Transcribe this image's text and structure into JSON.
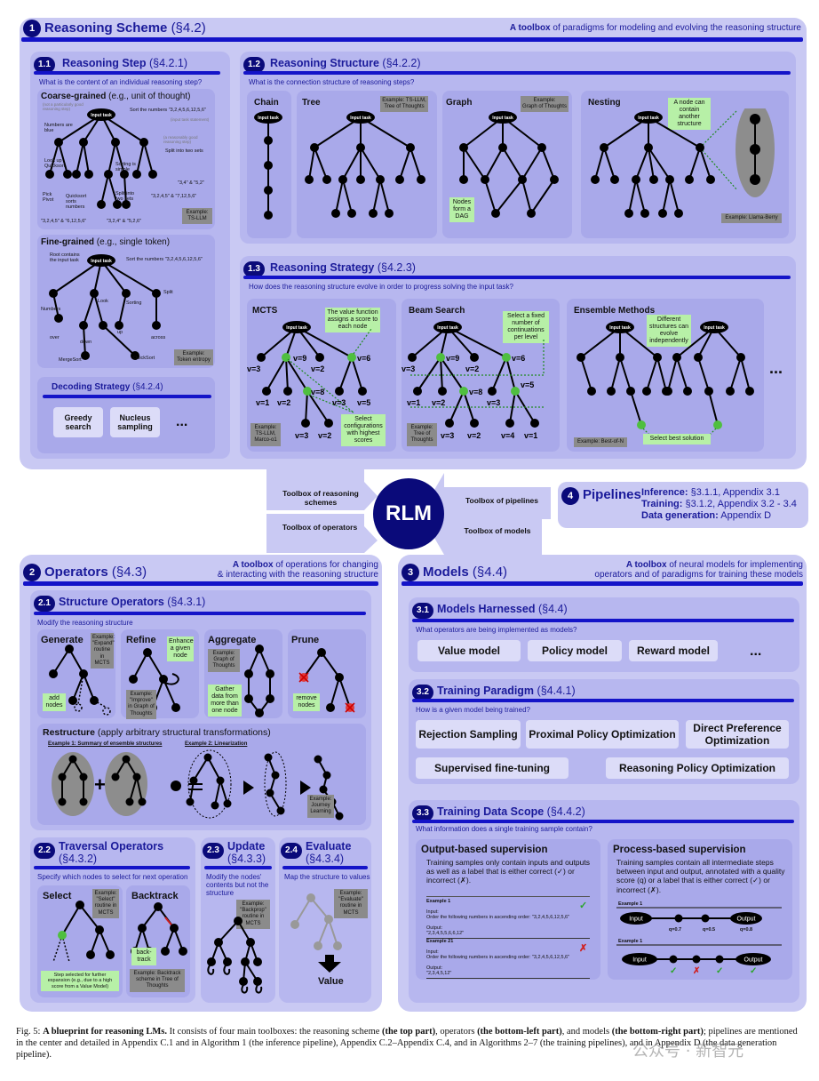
{
  "scheme": {
    "num": "1",
    "title": "Reasoning Scheme",
    "section": "(§4.2)",
    "toolbox_bold": "A toolbox",
    "toolbox_rest": "of paradigms for modeling and evolving the reasoning structure",
    "step": {
      "num": "1.1",
      "title": "Reasoning Step",
      "section": "(§4.2.1)",
      "question": "What is the content of an individual reasoning step?",
      "coarse_title": "Coarse-grained",
      "coarse_note": "(e.g., unit of thought)",
      "coarse_sort": "Sort the numbers \"3,2,4,5,6,12,5,6\"",
      "coarse_blue": "Numbers are blue",
      "coarse_lookup": "Look up Quicksort",
      "coarse_sorting": "Sorting is simple",
      "coarse_split": "Split into two sets",
      "coarse_pick": "Pick Pivot",
      "coarse_quick": "Quicksort sorts numbers",
      "coarse_split2": "Split into two sets",
      "coarse_a": "\"3,4\" & \"5,2\"",
      "coarse_b": "\"3,2,4,5\" & \"7,12,5,6\"",
      "coarse_c": "\"3,2,4,5\" & \"6,12,5,6\"",
      "coarse_d": "\"3,2,4\" & \"5,2,6\"",
      "coarse_gray1": "(not a particularly good reasoning step)",
      "coarse_gray2": "(input task statement)",
      "coarse_gray3": "(a reasonably good reasoning step)",
      "coarse_ex": "TS-LLM",
      "fine_title": "Fine-grained",
      "fine_note": "(e.g., single token)",
      "fine_root": "Root contains the input task",
      "fine_sort": "Sort the numbers \"3,2,4,5,6,12,5,6\"",
      "fine_words": [
        "Numbers",
        "Look",
        "Sorting",
        "Split",
        "over",
        "down",
        "up",
        "across",
        "MergeSort",
        "QuickSort"
      ],
      "fine_ex": "Token entropy",
      "decoding_title": "Decoding Strategy",
      "decoding_section": "(§4.2.4)",
      "greedy": "Greedy search",
      "nucleus": "Nucleus sampling",
      "ellipsis": "..."
    },
    "structure": {
      "num": "1.2",
      "title": "Reasoning Structure",
      "section": "(§4.2.2)",
      "question": "What is the connection structure of reasoning steps?",
      "chain": "Chain",
      "tree": "Tree",
      "graph": "Graph",
      "nesting": "Nesting",
      "tree_ex": "TS-LLM, Tree of Thoughts",
      "graph_ex": "Graph of Thoughts",
      "dag": "Nodes form a DAG",
      "nest_note": "A node can contain another structure",
      "nest_ex": "Llama-Berry"
    },
    "strategy": {
      "num": "1.3",
      "title": "Reasoning Strategy",
      "section": "(§4.2.3)",
      "question": "How does the reasoning structure evolve in order to progress solving the input task?",
      "mcts": "MCTS",
      "beam": "Beam Search",
      "ensemble": "Ensemble Methods",
      "mcts_note": "The value function assigns a score to each node",
      "mcts_select": "Select configurations with highest scores",
      "mcts_ex": "TS-LLM, Marco-o1",
      "beam_note": "Select a fixed number of continuations per level",
      "beam_ex": "Tree of Thoughts",
      "ens_note": "Different structures can evolve independently",
      "ens_best": "Select best solution",
      "ens_ex": "Best-of-N",
      "ellipsis": "..."
    },
    "input_task": "Input task",
    "example": "Example:"
  },
  "center": {
    "rlm": "RLM",
    "schemes": "Toolbox of reasoning schemes",
    "operators": "Toolbox of operators",
    "pipelines": "Toolbox of pipelines",
    "models": "Toolbox of models"
  },
  "pipelines": {
    "num": "4",
    "title": "Pipelines",
    "inference_label": "Inference:",
    "inference_refs": "§3.1.1, Appendix 3.1",
    "training_label": "Training:",
    "training_refs": "§3.1.2, Appendix 3.2 - 3.4",
    "datagen_label": "Data generation:",
    "datagen_refs": "Appendix D"
  },
  "operators": {
    "num": "2",
    "title": "Operators",
    "section": "(§4.3)",
    "toolbox_bold": "A toolbox",
    "toolbox_rest1": "of operations for changing",
    "toolbox_rest2": "& interacting with the reasoning structure",
    "structure": {
      "num": "2.1",
      "title": "Structure Operators",
      "section": "(§4.3.1)",
      "question": "Modify the reasoning structure",
      "generate": "Generate",
      "refine": "Refine",
      "aggregate": "Aggregate",
      "prune": "Prune",
      "gen_ex": "\"Expand\" routine in MCTS",
      "gen_note": "add nodes",
      "ref_note": "Enhance a given node",
      "ref_ex": "\"Improve\" in Graph of Thoughts",
      "agg_ex": "Graph of Thoughts",
      "agg_note": "Gather data from more than one node",
      "prune_note": "remove nodes",
      "restructure_title": "Restructure",
      "restructure_note": "(apply arbitrary structural transformations)",
      "ex1": "Example 1: Summary of ensemble structures",
      "ex2": "Example 2: Linearization",
      "journey_ex": "Journey Learning"
    },
    "traversal": {
      "num": "2.2",
      "title": "Traversal Operators",
      "section": "(§4.3.2)",
      "question": "Specify which nodes to select for next operation",
      "select": "Select",
      "backtrack": "Backtrack",
      "select_ex": "\"Select\" routine in MCTS",
      "back_label": "back-track",
      "back_ex": "Backtrack scheme in Tree of Thoughts",
      "select_note": "Step selected for further expansion (e.g., due to a high score from a Value Model)"
    },
    "update": {
      "num": "2.3",
      "title": "Update",
      "section": "(§4.3.3)",
      "question": "Modify the nodes' contents but not the structure",
      "ex": "\"Backprop\" routine in MCTS"
    },
    "evaluate": {
      "num": "2.4",
      "title": "Evaluate",
      "section": "(§4.3.4)",
      "question": "Map the structure to values",
      "ex": "\"Evaluate\" routine in MCTS",
      "value": "Value"
    }
  },
  "models": {
    "num": "3",
    "title": "Models",
    "section": "(§4.4)",
    "toolbox_bold": "A toolbox",
    "toolbox_rest1": "of neural models for implementing",
    "toolbox_rest2": "operators and of paradigms for training these models",
    "harnessed": {
      "num": "3.1",
      "title": "Models Harnessed",
      "section": "(§4.4)",
      "question": "What operators are being implemented as models?",
      "items": [
        "Value model",
        "Policy model",
        "Reward model"
      ],
      "ellipsis": "..."
    },
    "paradigm": {
      "num": "3.2",
      "title": "Training Paradigm",
      "section": "(§4.4.1)",
      "question": "How is a given model being trained?",
      "rejection": "Rejection Sampling",
      "ppo": "Proximal Policy Optimization",
      "dpo": "Direct Preference Optimization",
      "sft": "Supervised fine-tuning",
      "rpo": "Reasoning Policy Optimization"
    },
    "scope": {
      "num": "3.3",
      "title": "Training Data Scope",
      "section": "(§4.4.2)",
      "question": "What information does a single training sample contain?",
      "outcome_title": "Output-based supervision",
      "outcome_text": "Training samples only contain inputs and outputs as well as a label that is either correct (✓) or incorrect (✗).",
      "process_title": "Process-based supervision",
      "process_text": "Training samples contain all intermediate steps between input and output, annotated with a quality score (q) or a label that is either correct (✓) or incorrect (✗).",
      "ex1": "Example 1",
      "ex21": "Example 21",
      "input_label": "Input:",
      "input_text": "Order the following numbers in ascending order: \"3,2,4,5,6,12,5,6\"",
      "output_label": "Output:",
      "output1": "\"2,3,4,5,5,6,6,12\"",
      "output2": "\"2,3,4,5,12\"",
      "node_input": "Input",
      "node_output": "Output",
      "q1": "q=0.7",
      "q2": "q=0.5",
      "q3": "q=0.8"
    }
  },
  "caption": {
    "fig": "Fig. 5:",
    "bold1": "A blueprint for reasoning LMs.",
    "t1": "It consists of four main toolboxes: the reasoning scheme",
    "b2": "(the top part)",
    "t2": ", operators",
    "b3": "(the bottom-left part)",
    "t3": ", and models",
    "b4": "(the bottom-right part)",
    "t4": "; pipelines are mentioned in the center and detailed in Appendix C.1 and in Algorithm 1 (the inference pipeline), Appendix C.2–Appendix C.4, and in Algorithms 2–7 (the training pipelines), and in Appendix D (the data generation pipeline).",
    "watermark": "公众号 · 新智元"
  }
}
